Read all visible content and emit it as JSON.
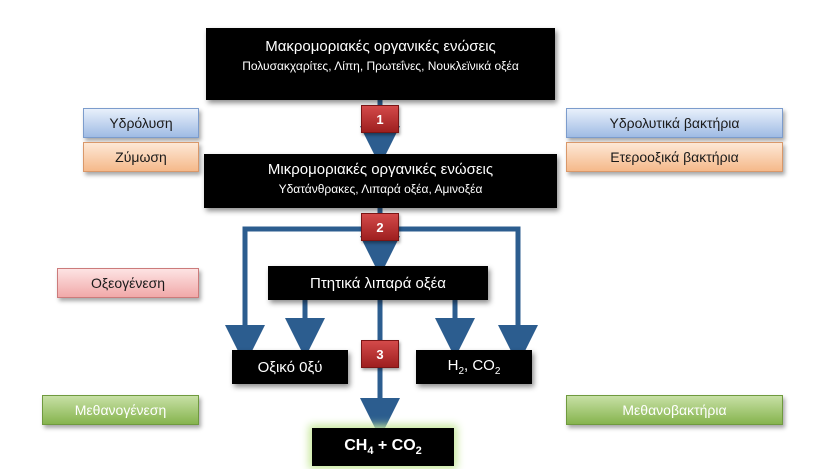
{
  "blocks": {
    "macro": {
      "title": "Μακρομοριακές οργανικές ενώσεις",
      "subtitle": "Πολυσακχαρίτες, Λίπη, Πρωτεΐνες, Νουκλεϊνικά οξέα"
    },
    "micro": {
      "title": "Μικρομοριακές οργανικές ενώσεις",
      "subtitle": "Υδατάνθρακες, Λιπαρά οξέα, Αμινοξέα"
    },
    "volatile": {
      "title": "Πτητικά λιπαρά οξέα"
    },
    "acetic": {
      "title": "Οξικό 0ξύ"
    },
    "h2co2": {
      "h": "H",
      "h_sub": "2",
      "rest": ", CO",
      "co_sub": "2"
    },
    "final": {
      "ch": "CH",
      "ch_sub": "4",
      "plus": " + CO",
      "co_sub": "2"
    }
  },
  "labels": {
    "hydrolysis": "Υδρόλυση",
    "fermentation": "Ζύμωση",
    "acidogenesis": "Οξεογένεση",
    "methanogenesis": "Μεθανογένεση",
    "hydrolytic_bacteria": "Υδρολυτικά βακτήρια",
    "heteroacid_bacteria": "Ετεροοξικά βακτήρια",
    "methanobacteria": "Μεθανοβακτήρια"
  },
  "steps": [
    "1",
    "2",
    "3"
  ],
  "colors": {
    "arrow": "#2c5d8f",
    "step": "#b02a2a"
  }
}
